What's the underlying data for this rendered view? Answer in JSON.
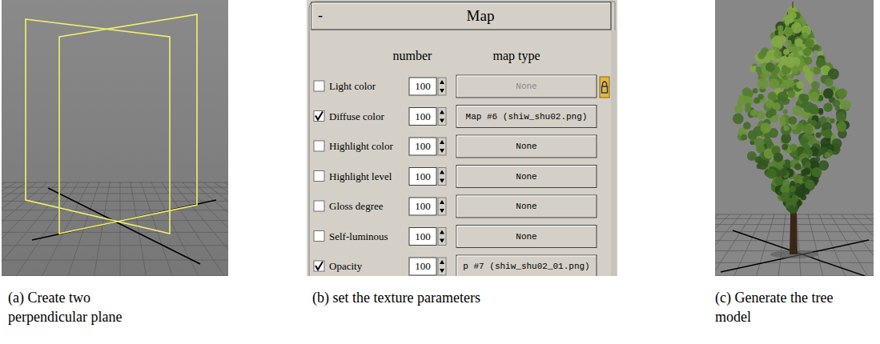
{
  "diagram": {
    "labels": [
      "(a) Create two perpendicular plane",
      "-",
      "Map",
      "number",
      "map type",
      "Light color",
      "100",
      "None",
      "Diffuse color",
      "100",
      "Map #6 (shiw_shu02.png)",
      "Highlight color",
      "100",
      "None",
      "Highlight level",
      "100",
      "None",
      "Gloss degree",
      "100",
      "None",
      "Self-luminous",
      "100",
      "None",
      "Opacity",
      "100",
      "p #7 (shiw_shu02_01.png)",
      "(b) set the texture parameters",
      "(c) Generate the tree model"
    ]
  }
}
